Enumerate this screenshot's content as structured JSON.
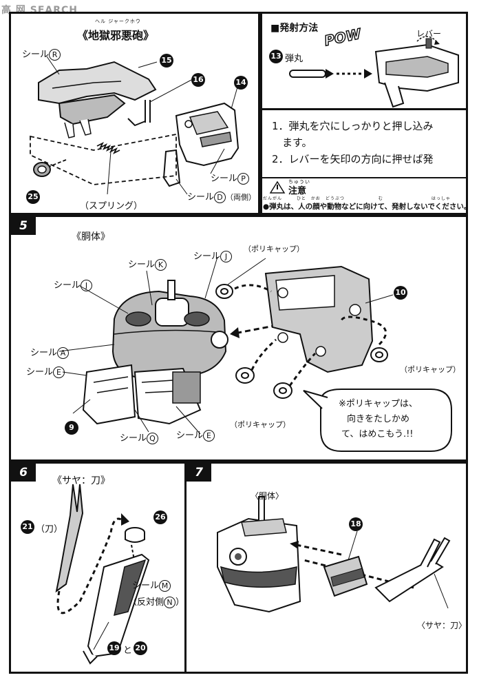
{
  "watermark": "高 网 SEARCH",
  "top_left": {
    "ruby": "ヘル ジャークホウ",
    "title": "《地獄邪悪砲》",
    "seal_r": {
      "text": "シール",
      "letter": "R"
    },
    "seal_p": {
      "text": "シール",
      "letter": "P"
    },
    "seal_d": {
      "text": "シール",
      "letter": "D",
      "suffix": "（両側）"
    },
    "spring": "（スプリング）",
    "parts": [
      "15",
      "16",
      "14",
      "25"
    ]
  },
  "firing": {
    "title": "■発射方法",
    "pow": "POW",
    "lever": "レバー",
    "bullet_num": "13",
    "bullet": "弾丸",
    "steps": [
      "1．弾丸を穴にしっかりと押し込み",
      "　ます。",
      "2．レバーを矢印の方向に押せば発"
    ],
    "caution_ruby": "ちゅうい",
    "caution": "注意",
    "warning_ruby": "だんがん　　　ひと　かお　どうぶつ　　　　　　　む　　　　　　　　　　はっしゃ",
    "warning": "●弾丸は、人の顔や動物などに向けて、発射しないでください。"
  },
  "step5": {
    "num": "5",
    "title": "《胴体》",
    "seal_k": {
      "text": "シール",
      "letter": "K"
    },
    "seal_j1": {
      "text": "シール",
      "letter": "J"
    },
    "seal_j2": {
      "text": "シール",
      "letter": "J"
    },
    "seal_a": {
      "text": "シール",
      "letter": "A"
    },
    "seal_e1": {
      "text": "シール",
      "letter": "E"
    },
    "seal_q": {
      "text": "シール",
      "letter": "Q"
    },
    "seal_e2": {
      "text": "シール",
      "letter": "E"
    },
    "polycap": "（ポリキャップ）",
    "part10": "10",
    "part9": "9",
    "note_lines": [
      "※ポリキャップは、",
      "向きをたしかめ",
      "て、はめこもう.!!"
    ]
  },
  "step6": {
    "num": "6",
    "title": "《サヤ：刀》",
    "part21": "21",
    "katana": "（刀）",
    "part26": "26",
    "seal_m": {
      "text": "シール",
      "letter": "M"
    },
    "seal_n": {
      "text": "（反対側",
      "letter": "N",
      "suffix": "）"
    },
    "part19": "19",
    "and": "と",
    "part20": "20"
  },
  "step7": {
    "num": "7",
    "body": "〈胴体〉",
    "part18": "18",
    "saya": "〈サヤ：刀〉"
  }
}
